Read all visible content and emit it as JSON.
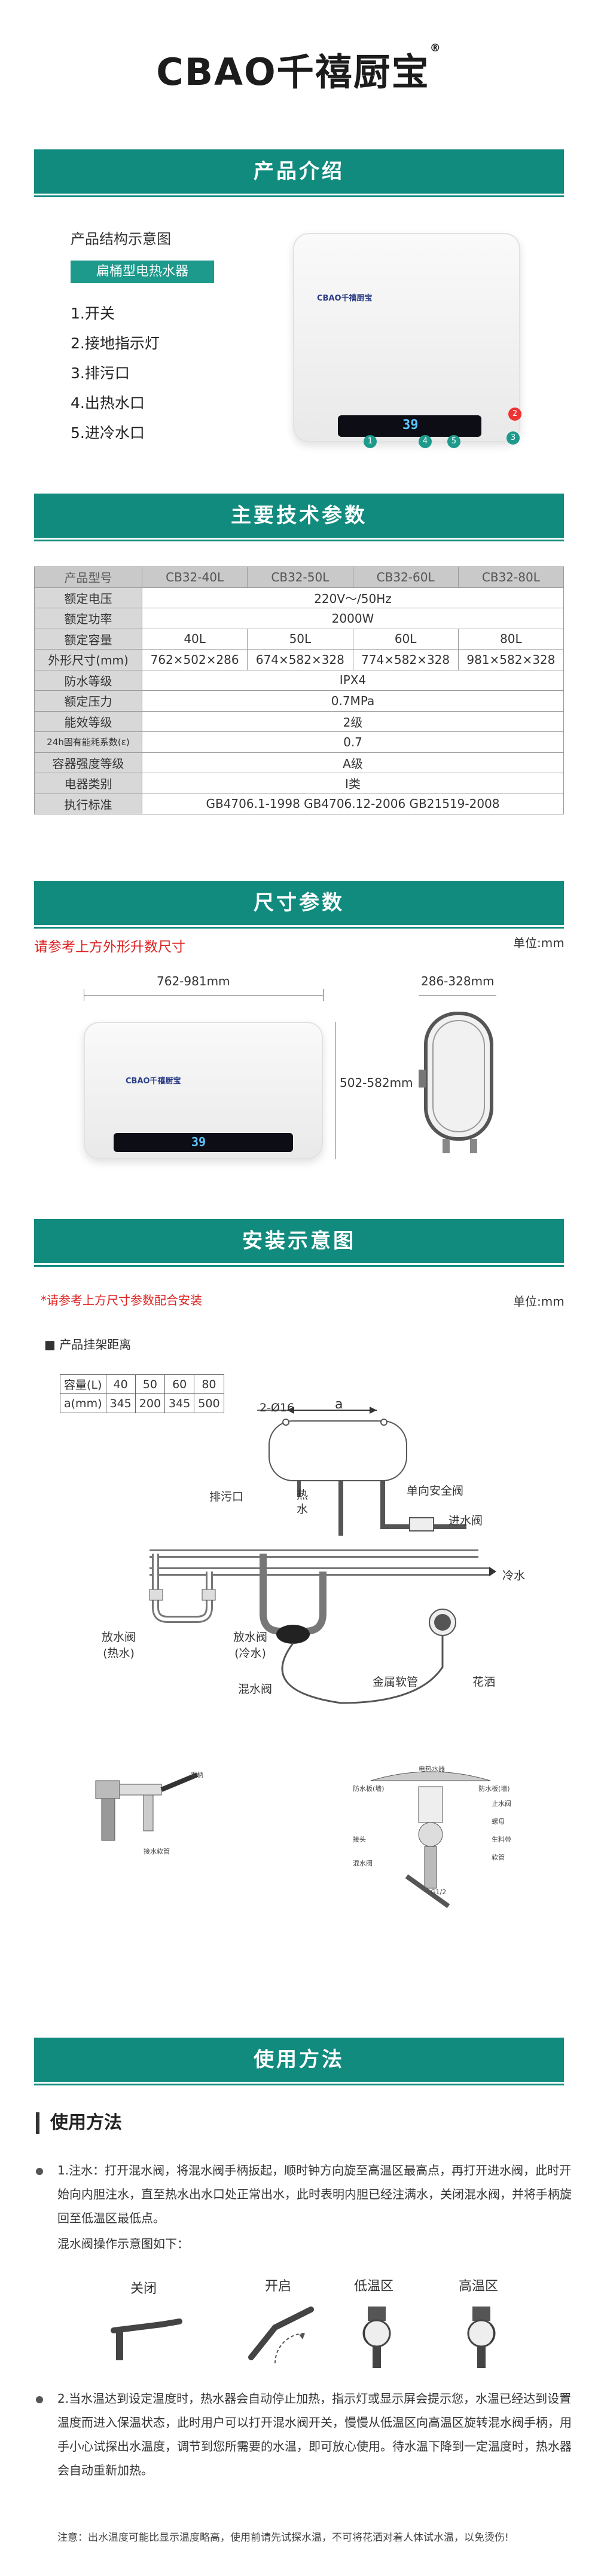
{
  "brand": {
    "logo_text": "CBAO千禧厨宝",
    "reg": "®"
  },
  "intro": {
    "section_title": "产品介绍",
    "structure_title": "产品结构示意图",
    "model_badge": "扁桶型电热水器",
    "parts": [
      "1.开关",
      "2.接地指示灯",
      "3.排污口",
      "4.出热水口",
      "5.进冷水口"
    ],
    "heater_logo": "CBAO千禧厨宝",
    "display_value": "39",
    "markers": [
      "1",
      "4",
      "5",
      "3",
      "2"
    ]
  },
  "specs": {
    "section_title": "主要技术参数",
    "header": [
      "产品型号",
      "CB32-40L",
      "CB32-50L",
      "CB32-60L",
      "CB32-80L"
    ],
    "rows": [
      {
        "label": "额定电压",
        "merged": "220V～/50Hz"
      },
      {
        "label": "额定功率",
        "merged": "2000W"
      },
      {
        "label": "额定容量",
        "cells": [
          "40L",
          "50L",
          "60L",
          "80L"
        ]
      },
      {
        "label": "外形尺寸(mm)",
        "cells": [
          "762×502×286",
          "674×582×328",
          "774×582×328",
          "981×582×328"
        ]
      },
      {
        "label": "防水等级",
        "merged": "IPX4"
      },
      {
        "label": "额定压力",
        "merged": "0.7MPa"
      },
      {
        "label": "能效等级",
        "merged": "2级"
      },
      {
        "label": "24h固有能耗系数(ε)",
        "merged": "0.7",
        "small": true
      },
      {
        "label": "容器强度等级",
        "merged": "A级"
      },
      {
        "label": "电器类别",
        "merged": "I类"
      },
      {
        "label": "执行标准",
        "merged": "GB4706.1-1998  GB4706.12-2006  GB21519-2008"
      }
    ]
  },
  "size": {
    "section_title": "尺寸参数",
    "note": "请参考上方外形升数尺寸",
    "unit": "单位:mm",
    "width_label": "762-981mm",
    "depth_label": "286-328mm",
    "height_label": "502-582mm",
    "display_value": "39"
  },
  "install": {
    "section_title": "安装示意图",
    "note": "*请参考上方尺寸参数配合安装",
    "unit": "单位:mm",
    "sub_title": "产品挂架距离",
    "cap_header": [
      "容量(L)",
      "40",
      "50",
      "60",
      "80"
    ],
    "cap_row": [
      "a(mm)",
      "345",
      "200",
      "345",
      "500"
    ],
    "labels": {
      "holes": "2-Ø16",
      "a": "a",
      "drain": "排污口",
      "hot": "热水",
      "safety": "单向安全阀",
      "inlet": "进水阀",
      "cold": "冷水",
      "valve_hot": "放水阀\n(热水)",
      "valve_cold": "放水阀\n(冷水)",
      "mixer": "混水阀",
      "hose": "金属软管",
      "shower": "花洒"
    },
    "small_labels": {
      "handle": "手柄",
      "fitting": "接水软管",
      "cap": "电热水器",
      "water_proof": "防水板(墙)",
      "stop": "止水阀",
      "joint": "接头",
      "thread": "生料带",
      "hose2": "软管",
      "nut": "螺母",
      "mixer2": "混水阀",
      "g12": "G1/2"
    }
  },
  "usage": {
    "section_title": "使用方法",
    "sub_title": "使用方法",
    "p1": "1.注水：打开混水阀，将混水阀手柄扳起，顺时钟方向旋至高温区最高点，再打开进水阀，此时开始向内胆注水，直至热水出水口处正常出水，此时表明内胆已经注满水，关闭混水阀，并将手柄旋回至低温区最低点。",
    "p1b": "混水阀操作示意图如下：",
    "modes": [
      "关闭",
      "开启",
      "低温区",
      "高温区"
    ],
    "p2": "2.当水温达到设定温度时，热水器会自动停止加热，指示灯或显示屏会提示您，水温已经达到设置温度而进入保温状态，此时用户可以打开混水阀开关，慢慢从低温区向高温区旋转混水阀手柄，用手小心试探出水温度，调节到您所需要的水温，即可放心使用。待水温下降到一定温度时，热水器会自动重新加热。",
    "tip": "注意：出水温度可能比显示温度略高，使用前请先试探水温，不可将花洒对着人体试水温，以免烫伤!"
  },
  "colors": {
    "accent": "#128b7f",
    "note_red": "#d22222"
  }
}
